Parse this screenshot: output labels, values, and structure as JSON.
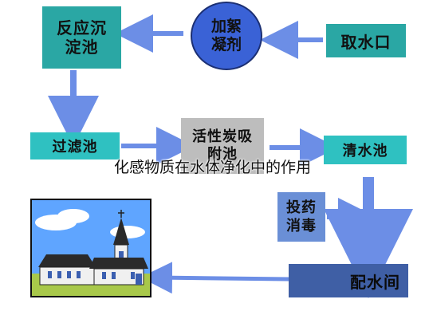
{
  "boxes": {
    "settling": "反应沉淀池",
    "coagulant": "加絮凝剂",
    "intake": "取水口",
    "filter": "过滤池",
    "carbon": "活性炭吸附池",
    "clear_water": "清水池",
    "disinfect": "投药消毒",
    "distribution": "配水间"
  },
  "caption": "化感物质在水体净化中的作用",
  "colors": {
    "teal": "#2aa7a4",
    "blue": "#3a62d6",
    "arrow": "#6c8ee6"
  }
}
